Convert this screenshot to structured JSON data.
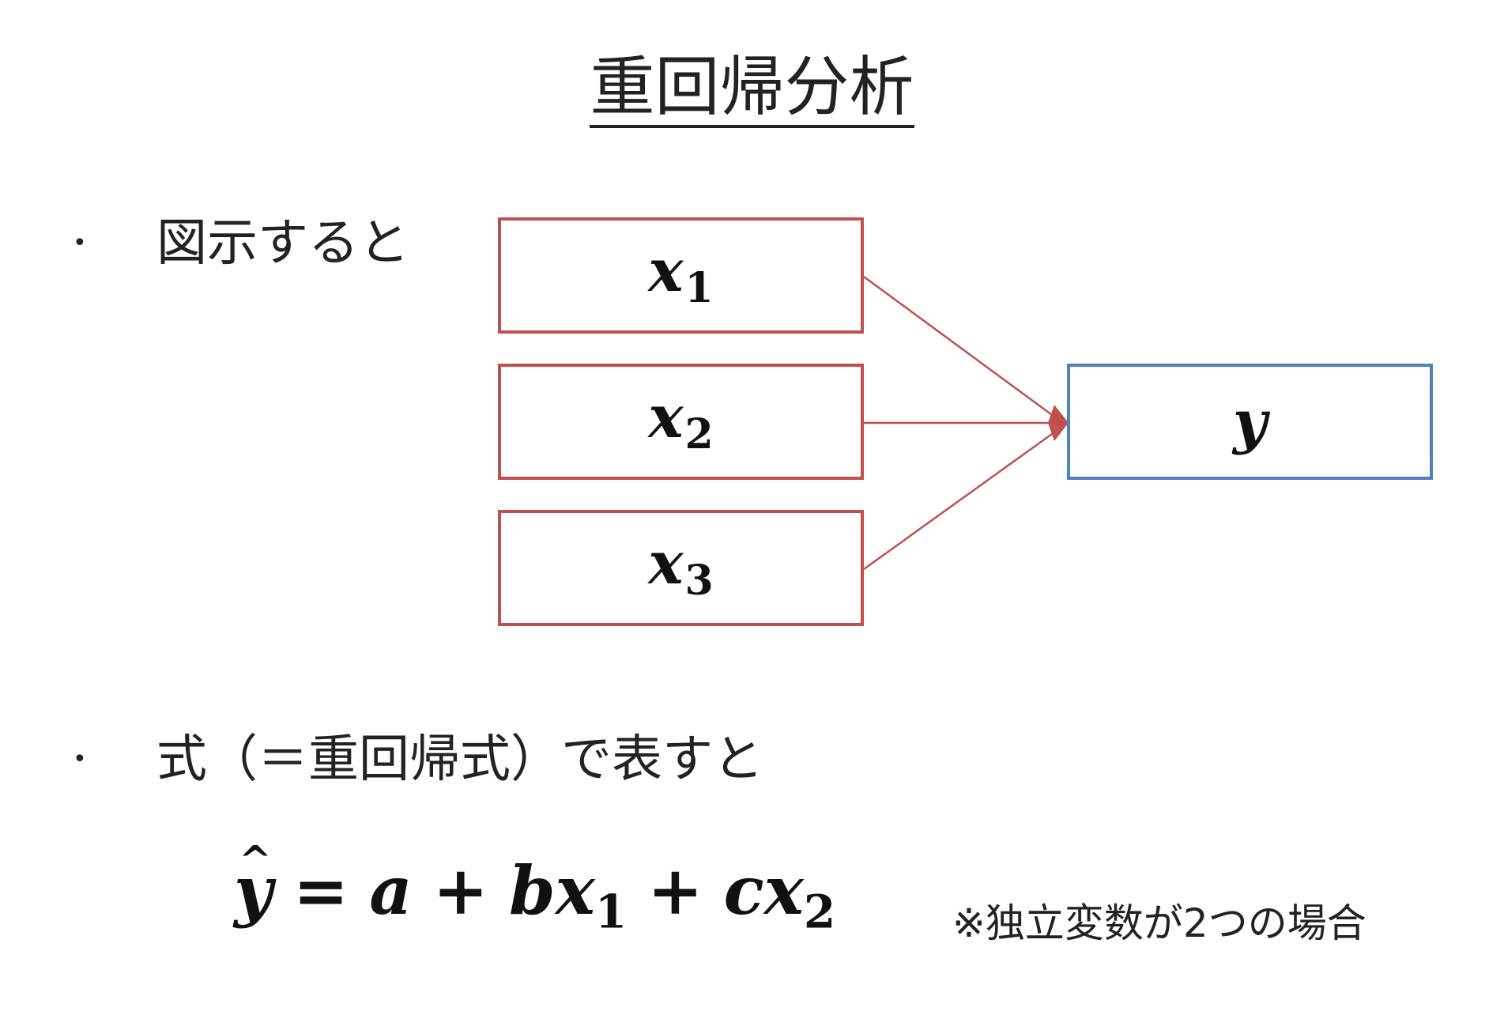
{
  "title": "重回帰分析",
  "bullets": [
    {
      "marker": "•",
      "text": "図示すると"
    },
    {
      "marker": "•",
      "text": "式（＝重回帰式）で表すと"
    }
  ],
  "diagram": {
    "inputs": [
      {
        "var": "x",
        "sub": "1"
      },
      {
        "var": "x",
        "sub": "2"
      },
      {
        "var": "x",
        "sub": "3"
      }
    ],
    "output": {
      "var": "y"
    },
    "colors": {
      "input_border": "#c0504d",
      "output_border": "#4f81bd",
      "arrow": "#c0504d"
    }
  },
  "equation": {
    "lhs": "y",
    "hat": "^",
    "eq": "=",
    "a": "a",
    "plus1": "+",
    "b": "b",
    "x1": "x",
    "x1_sub": "1",
    "plus2": "+",
    "c": "c",
    "x2": "x",
    "x2_sub": "2"
  },
  "note": "※独立変数が2つの場合"
}
